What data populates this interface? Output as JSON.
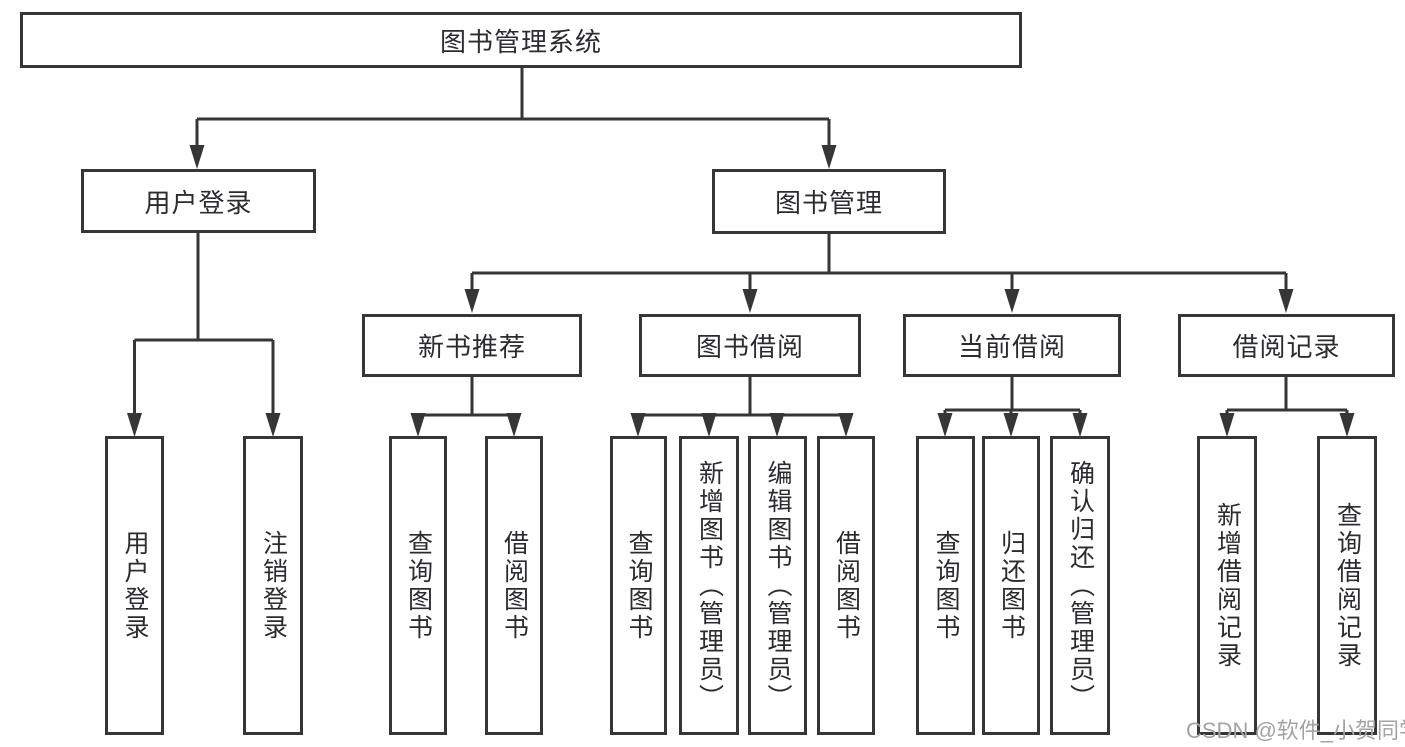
{
  "colors": {
    "line": "#363636",
    "text": "#2c2c30",
    "boxbg": "#ffffff",
    "wm": "#a3a3a3",
    "pagebg": "#ffffff"
  },
  "tree": {
    "root": {
      "label": "图书管理系统"
    },
    "branches": [
      {
        "label": "用户登录",
        "children": [
          {
            "label": "用户登录"
          },
          {
            "label": "注销登录"
          }
        ]
      },
      {
        "label": "图书管理",
        "children": [
          {
            "label": "新书推荐",
            "children": [
              {
                "label": "查询图书"
              },
              {
                "label": "借阅图书"
              }
            ]
          },
          {
            "label": "图书借阅",
            "children": [
              {
                "label": "查询图书"
              },
              {
                "label": "新增图书（管理员）"
              },
              {
                "label": "编辑图书（管理员）"
              },
              {
                "label": "借阅图书"
              }
            ]
          },
          {
            "label": "当前借阅",
            "children": [
              {
                "label": "查询图书"
              },
              {
                "label": "归还图书"
              },
              {
                "label": "确认归还（管理员）"
              }
            ]
          },
          {
            "label": "借阅记录",
            "children": [
              {
                "label": "新增借阅记录"
              },
              {
                "label": "查询借阅记录"
              }
            ]
          }
        ]
      }
    ]
  },
  "watermark": {
    "text": "CSDN @软件_小贺同学"
  }
}
